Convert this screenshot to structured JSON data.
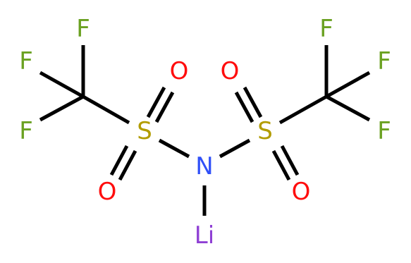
{
  "structure": {
    "atoms": {
      "f_left_top": {
        "symbol": "F",
        "color": "#6aa121"
      },
      "f_left_mid": {
        "symbol": "F",
        "color": "#6aa121"
      },
      "f_left_bottom": {
        "symbol": "F",
        "color": "#6aa121"
      },
      "s_left": {
        "symbol": "S",
        "color": "#b29c00"
      },
      "o_left_top": {
        "symbol": "O",
        "color": "#ff0d0d"
      },
      "o_left_bottom": {
        "symbol": "O",
        "color": "#ff0d0d"
      },
      "n_center": {
        "symbol": "N",
        "color": "#3050f8"
      },
      "s_right": {
        "symbol": "S",
        "color": "#b29c00"
      },
      "o_right_top": {
        "symbol": "O",
        "color": "#ff0d0d"
      },
      "o_right_bottom": {
        "symbol": "O",
        "color": "#ff0d0d"
      },
      "f_right_top": {
        "symbol": "F",
        "color": "#6aa121"
      },
      "f_right_mid": {
        "symbol": "F",
        "color": "#6aa121"
      },
      "f_right_bottom": {
        "symbol": "F",
        "color": "#6aa121"
      },
      "li": {
        "symbol": "Li",
        "color": "#8f40d4"
      }
    },
    "bond_color": "#000000"
  }
}
